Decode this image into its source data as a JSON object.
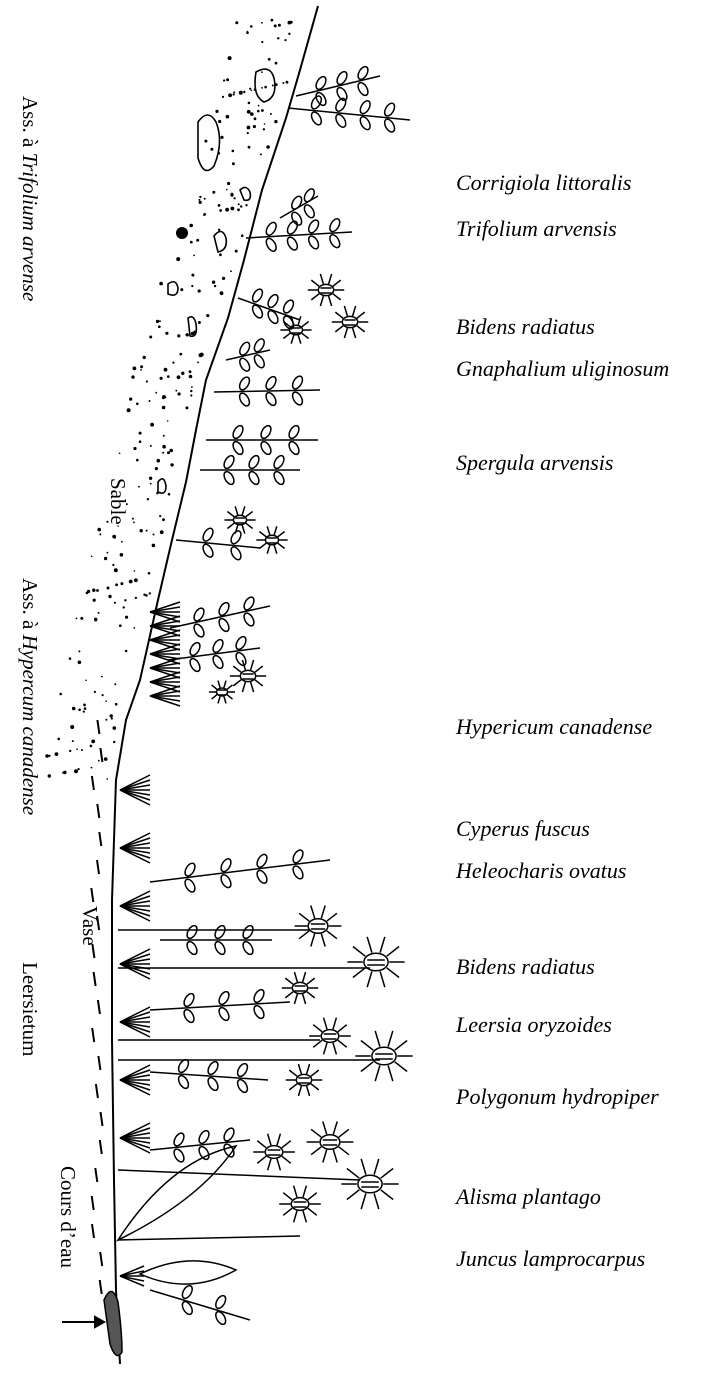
{
  "left_labels": {
    "assoc_trifolium_prefix": "Ass. à ",
    "assoc_trifolium_species": "Trifolium arvense",
    "sable": "Sable",
    "assoc_hypericum_prefix": "Ass. à ",
    "assoc_hypericum_species": "Hypercum canadense",
    "vase": "Vase",
    "leersietum": "Leersietum",
    "cours_deau": "Cours d’eau"
  },
  "species": [
    "Corrigiola littoralis",
    "Trifolium arvensis",
    "Bidens radiatus",
    "Gnaphalium uliginosum",
    "Spergula arvensis",
    "Hypericum canadense",
    "Cyperus fuscus",
    "Heleocharis ovatus",
    "Bidens radiatus",
    "Leersia oryzoides",
    "Polygonum hydropiper",
    "Alisma plantago",
    "Juncus lamprocarpus"
  ],
  "icons": {
    "stone": "pebble-icon",
    "star_plant": "bidens-flower-icon",
    "leafy_plant": "sprig-icon",
    "water_arrow": "arrow-icon"
  }
}
